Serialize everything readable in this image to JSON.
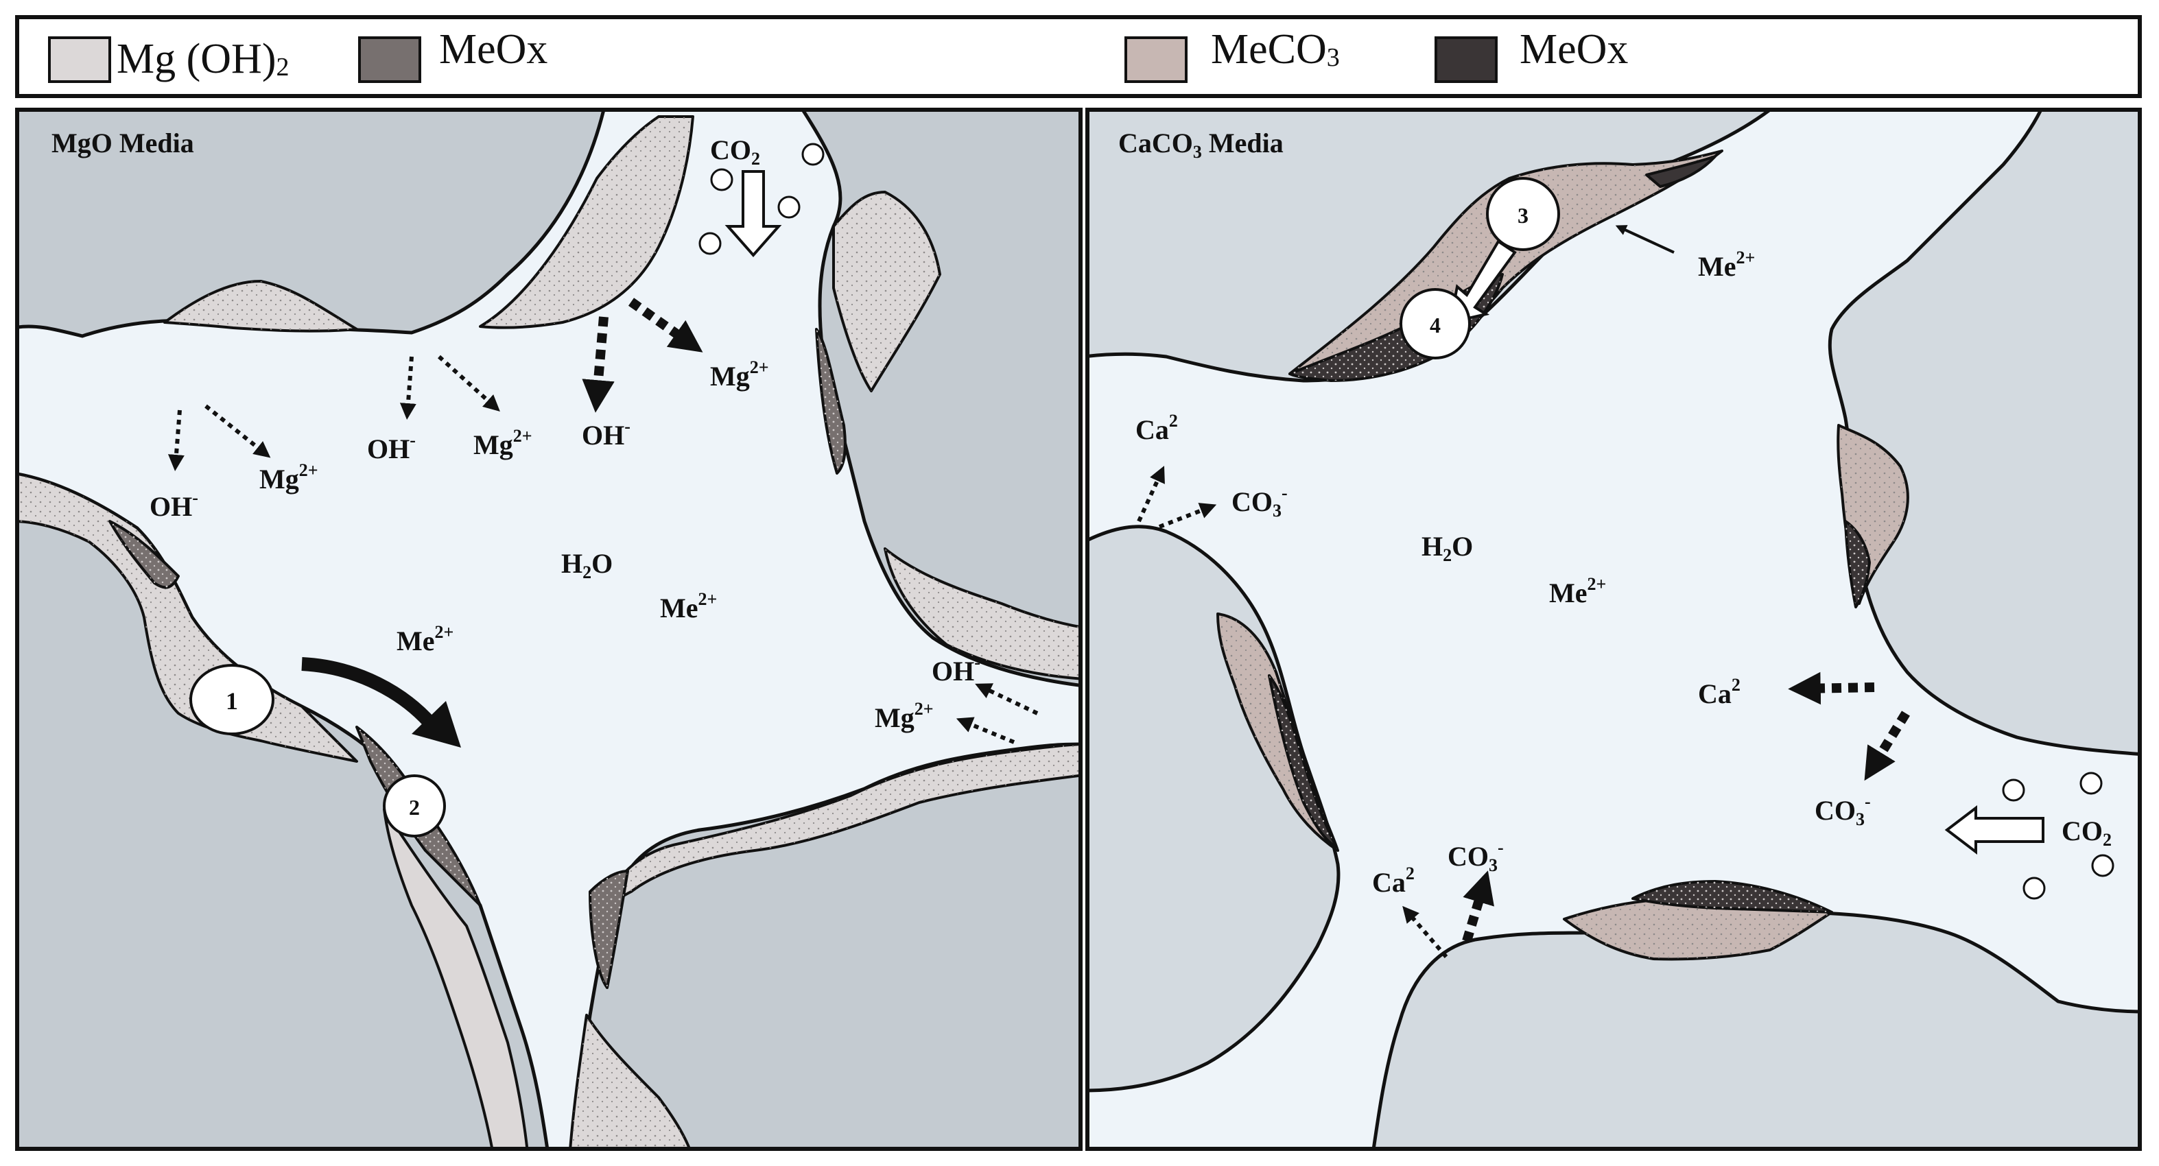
{
  "legend": {
    "items": [
      {
        "label": "Mg (OH)",
        "sub": "2",
        "color": "#dcd8d8"
      },
      {
        "label": "MeOx",
        "sub": "",
        "color": "#77706f"
      },
      {
        "label": "MeCO",
        "sub": "3",
        "color": "#c7b7b3"
      },
      {
        "label": "MeOx",
        "sub": "",
        "color": "#3a3536"
      }
    ]
  },
  "colors": {
    "pore": "#eef4f9",
    "grain": "#c4cbd1",
    "grain_right": "#d3dae0",
    "mgoh2": "#dcd8d8",
    "meox_left": "#77706f",
    "meco3": "#c7b7b3",
    "meox_right": "#3a3536",
    "outline": "#111111"
  },
  "left_panel": {
    "title": "MgO Media",
    "co2": {
      "base": "CO",
      "sub": "2"
    },
    "water": {
      "base": "H",
      "sub": "2",
      "tail": "O"
    },
    "me": {
      "base": "Me",
      "sup": "2+"
    },
    "me_arrow": {
      "base": "Me",
      "sup": "2+"
    },
    "ions": [
      {
        "base": "OH",
        "sup": "-"
      },
      {
        "base": "Mg",
        "sup": "2+"
      },
      {
        "base": "OH",
        "sup": "-"
      },
      {
        "base": "Mg",
        "sup": "2+"
      },
      {
        "base": "OH",
        "sup": "-"
      },
      {
        "base": "Mg",
        "sup": "2+"
      },
      {
        "base": "OH",
        "sup": "-"
      },
      {
        "base": "Mg",
        "sup": "2+"
      }
    ],
    "markers": [
      "1",
      "2"
    ]
  },
  "right_panel": {
    "title_base": "CaCO",
    "title_sub": "3",
    "title_tail": " Media",
    "water": {
      "base": "H",
      "sub": "2",
      "tail": "O"
    },
    "me": {
      "base": "Me",
      "sup": "2+"
    },
    "me_pointer": {
      "base": "Me",
      "sup": "2+"
    },
    "co2": {
      "base": "CO",
      "sub": "2"
    },
    "ions": [
      {
        "base": "Ca",
        "sup": "2"
      },
      {
        "base": "CO",
        "sub": "3",
        "sup": "-"
      },
      {
        "base": "Ca",
        "sup": "2"
      },
      {
        "base": "CO",
        "sub": "3",
        "sup": "-"
      },
      {
        "base": "Ca",
        "sup": "2"
      },
      {
        "base": "CO",
        "sub": "3",
        "sup": "-"
      }
    ],
    "markers": [
      "3",
      "4"
    ]
  }
}
